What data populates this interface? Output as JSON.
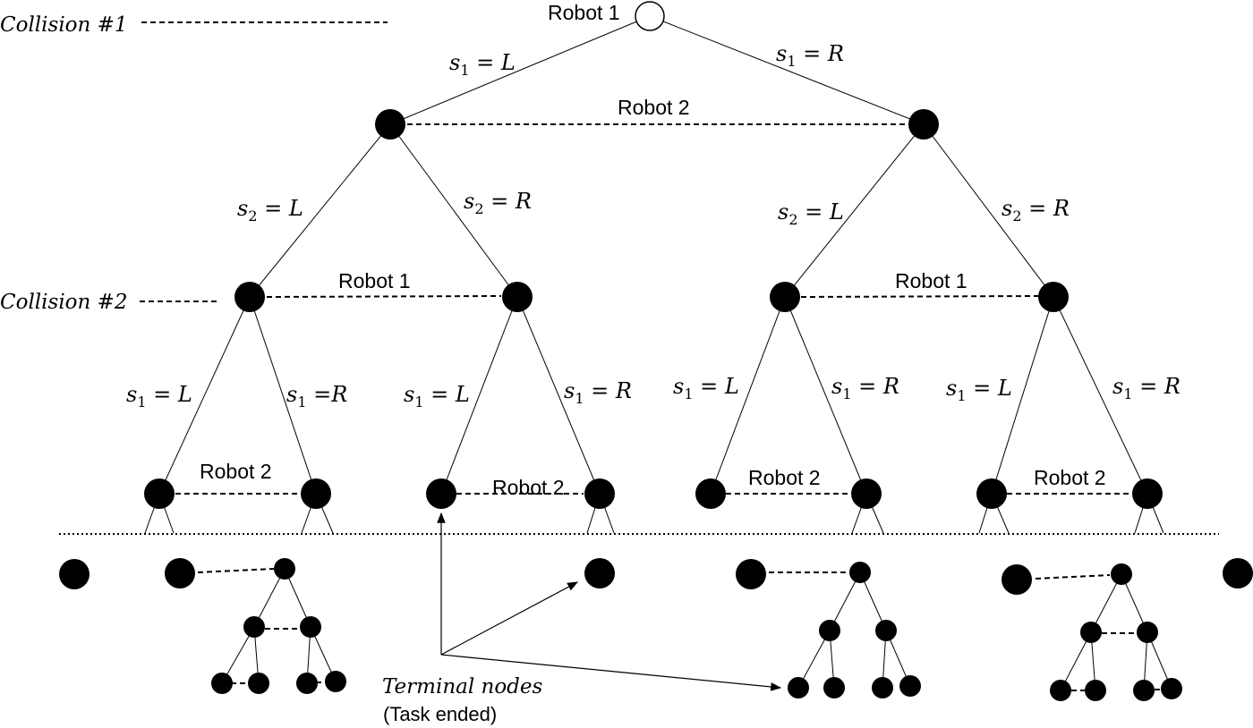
{
  "collisions": [
    {
      "label": "Collision #1"
    },
    {
      "label": "Collision #2"
    }
  ],
  "nodes": {
    "root_label": "Robot 1",
    "level1_link_label": "Robot 2",
    "level2_left_link_label": "Robot 1",
    "level2_right_link_label": "Robot 1",
    "level3_link_labels": [
      "Robot 2",
      "Robot 2",
      "Robot 2",
      "Robot 2"
    ]
  },
  "edges": {
    "root_left": {
      "var": "s",
      "sub": "1",
      "eq": " = L"
    },
    "root_right": {
      "var": "s",
      "sub": "1",
      "eq": " = R"
    },
    "l1_left_left": {
      "var": "s",
      "sub": "2",
      "eq": " = L"
    },
    "l1_left_right": {
      "var": "s",
      "sub": "2",
      "eq": " = R"
    },
    "l1_right_left": {
      "var": "s",
      "sub": "2",
      "eq": " = L"
    },
    "l1_right_right": {
      "var": "s",
      "sub": "2",
      "eq": " = R"
    },
    "l2_labels": [
      {
        "var": "s",
        "sub": "1",
        "eq": " = L"
      },
      {
        "var": "s",
        "sub": "1",
        "eq": " =R"
      },
      {
        "var": "s",
        "sub": "1",
        "eq": " = L"
      },
      {
        "var": "s",
        "sub": "1",
        "eq": " = R"
      },
      {
        "var": "s",
        "sub": "1",
        "eq": " = L"
      },
      {
        "var": "s",
        "sub": "1",
        "eq": " = R"
      },
      {
        "var": "s",
        "sub": "1",
        "eq": " = L"
      },
      {
        "var": "s",
        "sub": "1",
        "eq": " = R"
      }
    ]
  },
  "terminal": {
    "title": "Terminal nodes",
    "subtitle": "(Task ended)"
  },
  "colors": {
    "node_fill": "#000000",
    "root_fill": "#ffffff",
    "line": "#000000"
  }
}
